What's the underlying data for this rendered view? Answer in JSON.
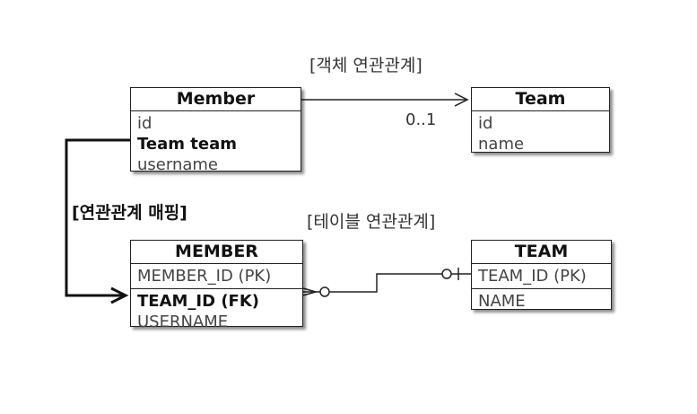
{
  "captions": {
    "object_relation": "[객체 연관관계]",
    "table_relation": "[테이블 연관관계]",
    "mapping": "[연관관계 매핑]"
  },
  "multiplicity": "0..1",
  "member_class": {
    "title": "Member",
    "fields": [
      "id",
      "Team team",
      "username"
    ]
  },
  "team_class": {
    "title": "Team",
    "fields": [
      "id",
      "name"
    ]
  },
  "member_table": {
    "title": "MEMBER",
    "pk": "MEMBER_ID (PK)",
    "columns": [
      "TEAM_ID (FK)",
      "USERNAME"
    ]
  },
  "team_table": {
    "title": "TEAM",
    "pk": "TEAM_ID (PK)",
    "columns": [
      "NAME"
    ]
  }
}
